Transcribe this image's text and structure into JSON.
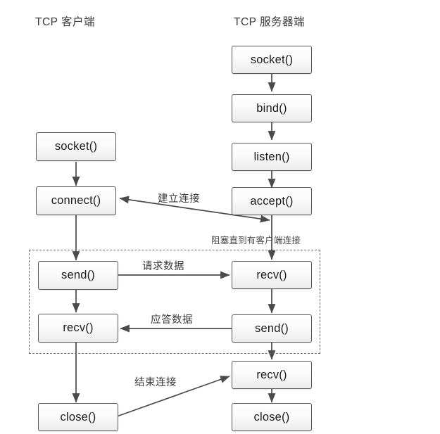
{
  "headers": {
    "client": "TCP 客户端",
    "server": "TCP 服务器端"
  },
  "client_nodes": [
    {
      "id": "client-socket",
      "label": "socket()"
    },
    {
      "id": "client-connect",
      "label": "connect()"
    },
    {
      "id": "client-send",
      "label": "send()"
    },
    {
      "id": "client-recv",
      "label": "recv()"
    },
    {
      "id": "client-close",
      "label": "close()"
    }
  ],
  "server_nodes": [
    {
      "id": "server-socket",
      "label": "socket()"
    },
    {
      "id": "server-bind",
      "label": "bind()"
    },
    {
      "id": "server-listen",
      "label": "listen()"
    },
    {
      "id": "server-accept",
      "label": "accept()"
    },
    {
      "id": "server-recv",
      "label": "recv()"
    },
    {
      "id": "server-send",
      "label": "send()"
    },
    {
      "id": "server-recv2",
      "label": "recv()"
    },
    {
      "id": "server-close",
      "label": "close()"
    }
  ],
  "edge_labels": {
    "establish": "建立连接",
    "blocking": "阻塞直到有客户端连接",
    "request_data": "请求数据",
    "response_data": "应答数据",
    "close_connection": "结束连接"
  },
  "colors": {
    "node_border": "#58595b",
    "node_fill_top": "#fefefe",
    "node_fill_bottom": "#ececec",
    "arrow": "#4b4b4b",
    "loop_border": "#6f7072",
    "text": "#1b1b1b"
  }
}
